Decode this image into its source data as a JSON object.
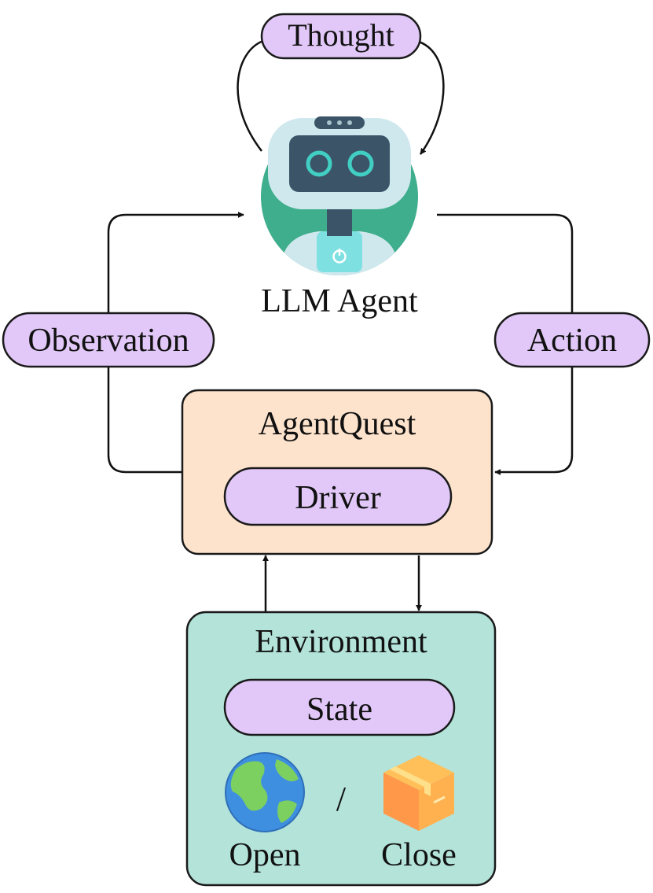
{
  "labels": {
    "thought": "Thought",
    "agent": "LLM Agent",
    "observation": "Observation",
    "action": "Action",
    "agentquest": "AgentQuest",
    "driver": "Driver",
    "environment": "Environment",
    "state": "State",
    "separator": "/",
    "open": "Open",
    "close": "Close"
  },
  "icons": {
    "agent": "robot-icon",
    "open": "globe-icon",
    "close": "box-icon"
  },
  "colors": {
    "pill": "#e2c8f8",
    "agentquest_box": "#fde3cc",
    "environment_box": "#b3e3d9",
    "robot_bg": "#3fae8c",
    "stroke": "#1a1a1a"
  }
}
